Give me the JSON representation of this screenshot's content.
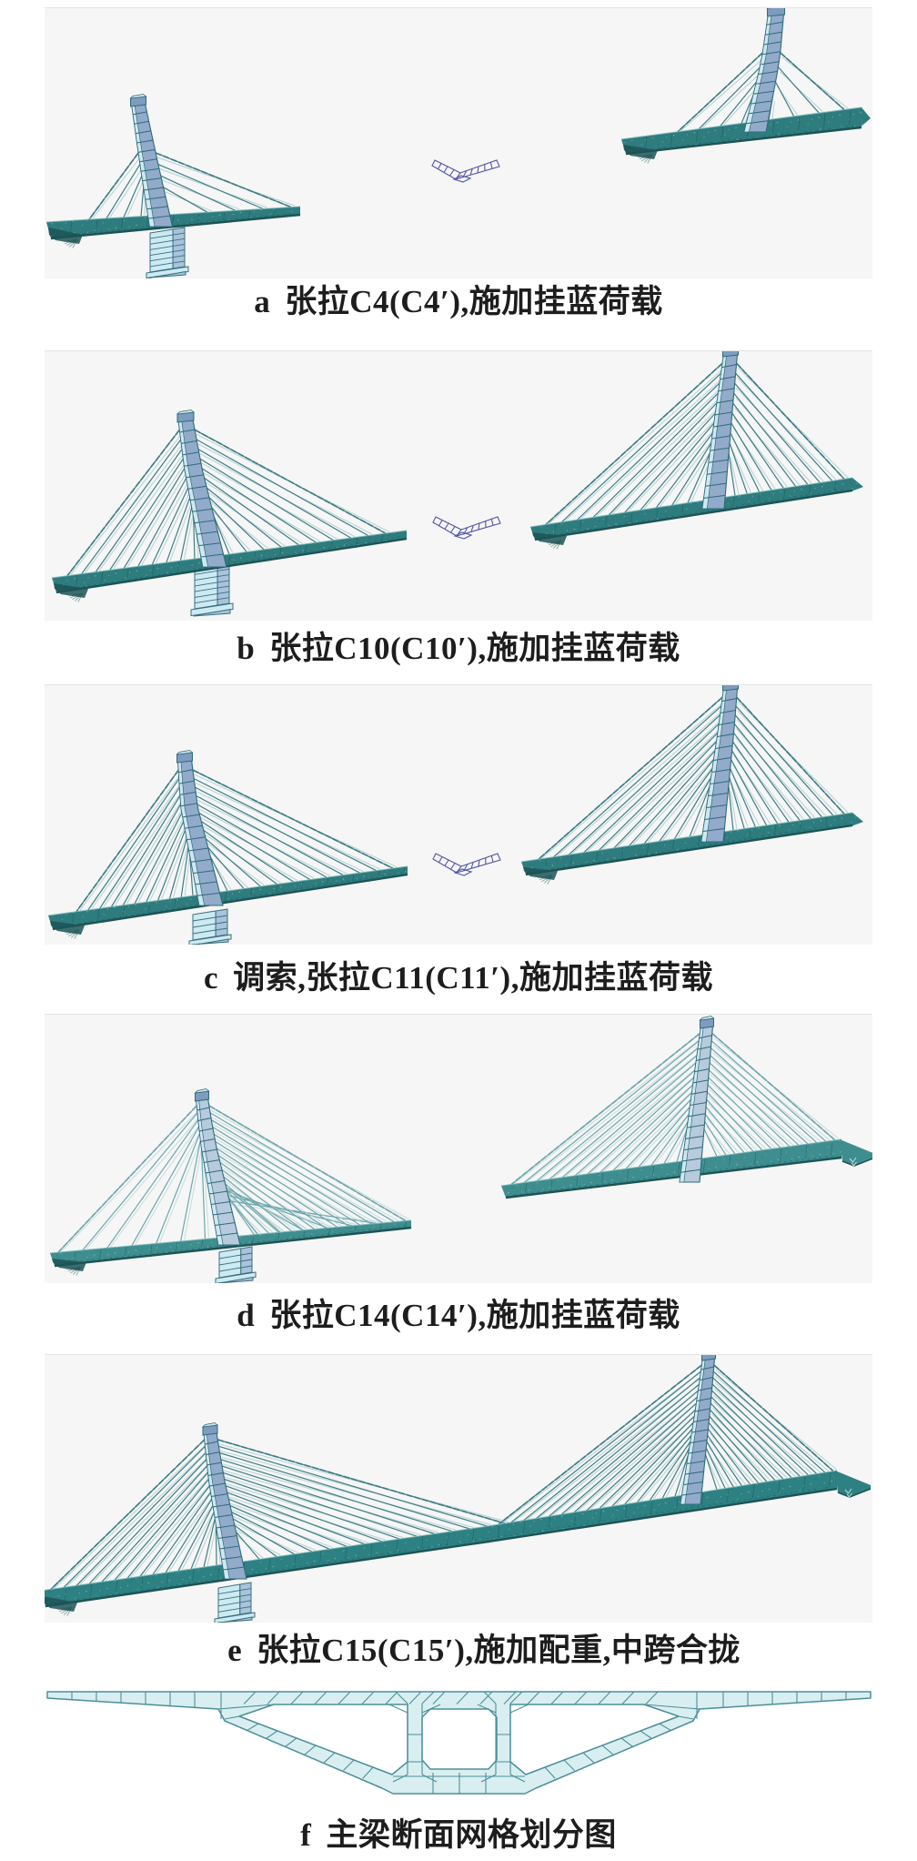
{
  "document": {
    "kind": "journal-figure-scan",
    "language": "zh-CN",
    "background": "#ffffff"
  },
  "figures": [
    {
      "id": "a",
      "label": "a",
      "caption": "张拉C4(C4′),施加挂蓝荷载",
      "content": "FEM model, two cantilever pylons, 4 stay cables per side, mid-span axes icon"
    },
    {
      "id": "b",
      "label": "b",
      "caption": "张拉C10(C10′),施加挂蓝荷载",
      "content": "FEM model, two cantilever pylons, 10 stay cables per side, mid-span axes icon"
    },
    {
      "id": "c",
      "label": "c",
      "caption": "调索,张拉C11(C11′),施加挂蓝荷载",
      "content": "FEM model, two cantilever pylons, 11 stay cables per side, mid-span axes icon"
    },
    {
      "id": "d",
      "label": "d",
      "caption": "张拉C14(C14′),施加挂蓝荷载",
      "content": "FEM model, two cantilever pylons, 14 stay cables per side, cantilever tips almost closed"
    },
    {
      "id": "e",
      "label": "e",
      "caption": "张拉C15(C15′),施加配重,中跨合拢",
      "content": "FEM model, continuous closed deck, two pylons, 15 stay cables per side"
    },
    {
      "id": "f",
      "label": "f",
      "caption": "主梁断面网格划分图",
      "content": "main girder cross-section finite-element mesh"
    }
  ],
  "colors": {
    "panel_background": "#f5f6f5",
    "deck_teal": "#2e7c7e",
    "pylon_blue": "#92abca",
    "pylon_highlight": "#cfe8ef",
    "pier_cyan": "#cdeaf2",
    "cable_teal": "#3f7d86",
    "axes_icon_navy": "#4444a0",
    "section_fill": "#d9eef0",
    "section_stroke": "#4a8f99",
    "caption_text": "#1d1d1d"
  }
}
